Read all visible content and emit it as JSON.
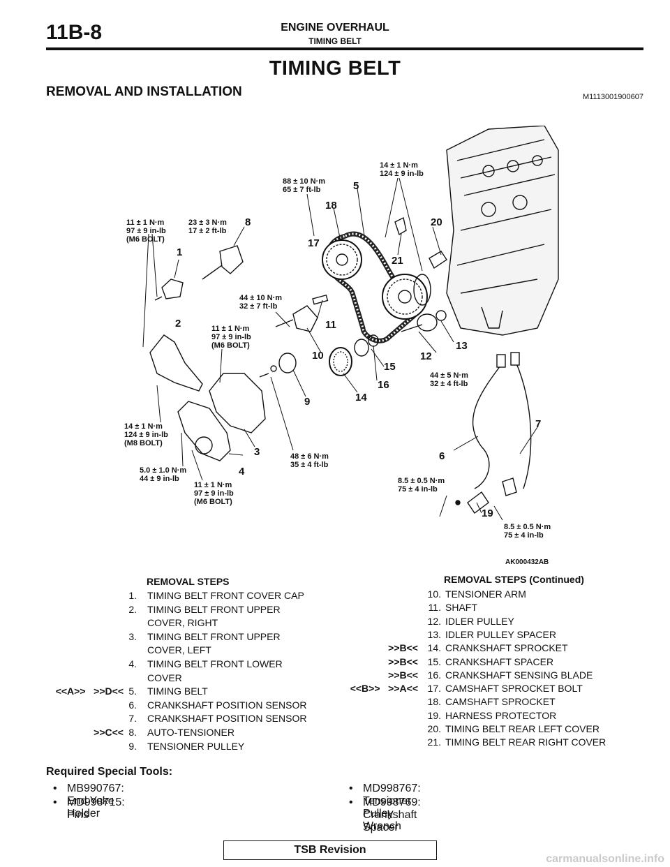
{
  "header": {
    "page_number": "11B-8",
    "title": "ENGINE OVERHAUL",
    "subtitle": "TIMING BELT"
  },
  "main_title": "TIMING BELT",
  "section_title": "REMOVAL AND INSTALLATION",
  "doc_code": "M1113001900607",
  "figure": {
    "id": "AK000432AB",
    "torque_labels": [
      "11 ± 1 N·m\n97 ± 9 in-lb\n(M6 BOLT)",
      "23 ± 3 N·m\n17 ± 2 ft-lb",
      "88 ± 10 N·m\n65 ± 7 ft-lb",
      "14 ± 1 N·m\n124 ± 9 in-lb",
      "44 ± 10 N·m\n32 ± 7 ft-lb",
      "11 ± 1 N·m\n97 ± 9 in-lb\n(M6 BOLT)",
      "44 ± 5 N·m\n32 ± 4 ft-lb",
      "14 ± 1 N·m\n124 ± 9 in-lb\n(M8 BOLT)",
      "5.0 ± 1.0 N·m\n44 ± 9 in-lb",
      "11 ± 1 N·m\n97 ± 9 in-lb\n(M6 BOLT)",
      "48 ± 6 N·m\n35 ± 4 ft-lb",
      "8.5 ± 0.5 N·m\n75 ± 4 in-lb",
      "8.5 ± 0.5 N·m\n75 ± 4 in-lb"
    ],
    "part_numbers": [
      "1",
      "2",
      "3",
      "4",
      "5",
      "6",
      "7",
      "8",
      "9",
      "10",
      "11",
      "12",
      "13",
      "14",
      "15",
      "16",
      "17",
      "18",
      "19",
      "20",
      "21"
    ]
  },
  "removal_steps_left": {
    "heading": "REMOVAL STEPS",
    "items": [
      {
        "ref": "",
        "num": "1.",
        "text": "TIMING BELT FRONT COVER CAP"
      },
      {
        "ref": "",
        "num": "2.",
        "text": "TIMING BELT FRONT UPPER"
      },
      {
        "ref": "",
        "num": "",
        "text": "COVER, RIGHT"
      },
      {
        "ref": "",
        "num": "3.",
        "text": "TIMING BELT FRONT UPPER"
      },
      {
        "ref": "",
        "num": "",
        "text": "COVER, LEFT"
      },
      {
        "ref": "",
        "num": "4.",
        "text": "TIMING BELT FRONT LOWER"
      },
      {
        "ref": "",
        "num": "",
        "text": "COVER"
      },
      {
        "ref": "<<A>>   >>D<<",
        "num": "5.",
        "text": "TIMING BELT"
      },
      {
        "ref": "",
        "num": "6.",
        "text": "CRANKSHAFT POSITION SENSOR"
      },
      {
        "ref": "",
        "num": "7.",
        "text": "CRANKSHAFT POSITION SENSOR"
      },
      {
        "ref": ">>C<<",
        "num": "8.",
        "text": "AUTO-TENSIONER"
      },
      {
        "ref": "",
        "num": "9.",
        "text": "TENSIONER PULLEY"
      }
    ]
  },
  "removal_steps_right": {
    "heading": "REMOVAL STEPS (Continued)",
    "items": [
      {
        "ref": "",
        "num": "10.",
        "text": "TENSIONER ARM"
      },
      {
        "ref": "",
        "num": "11.",
        "text": "SHAFT"
      },
      {
        "ref": "",
        "num": "12.",
        "text": "IDLER PULLEY"
      },
      {
        "ref": "",
        "num": "13.",
        "text": "IDLER PULLEY SPACER"
      },
      {
        "ref": ">>B<<",
        "num": "14.",
        "text": "CRANKSHAFT SPROCKET"
      },
      {
        "ref": ">>B<<",
        "num": "15.",
        "text": "CRANKSHAFT SPACER"
      },
      {
        "ref": ">>B<<",
        "num": "16.",
        "text": "CRANKSHAFT SENSING BLADE"
      },
      {
        "ref": "<<B>>   >>A<<",
        "num": "17.",
        "text": "CAMSHAFT SPROCKET BOLT"
      },
      {
        "ref": "",
        "num": "18.",
        "text": "CAMSHAFT SPROCKET"
      },
      {
        "ref": "",
        "num": "19.",
        "text": "HARNESS PROTECTOR"
      },
      {
        "ref": "",
        "num": "20.",
        "text": "TIMING BELT REAR LEFT COVER"
      },
      {
        "ref": "",
        "num": "21.",
        "text": "TIMING BELT REAR RIGHT COVER"
      }
    ]
  },
  "special_tools": {
    "title": "Required Special Tools:",
    "bullet": "•",
    "items": [
      "MB990767: End Yoke Holder",
      "MD998715: Pins",
      "MD998767: Tensioner Pulley Wrench",
      "MD998769: Crankshaft Spacer"
    ]
  },
  "footer": {
    "tsb": "TSB Revision",
    "watermark": "carmanualsonline.info"
  }
}
